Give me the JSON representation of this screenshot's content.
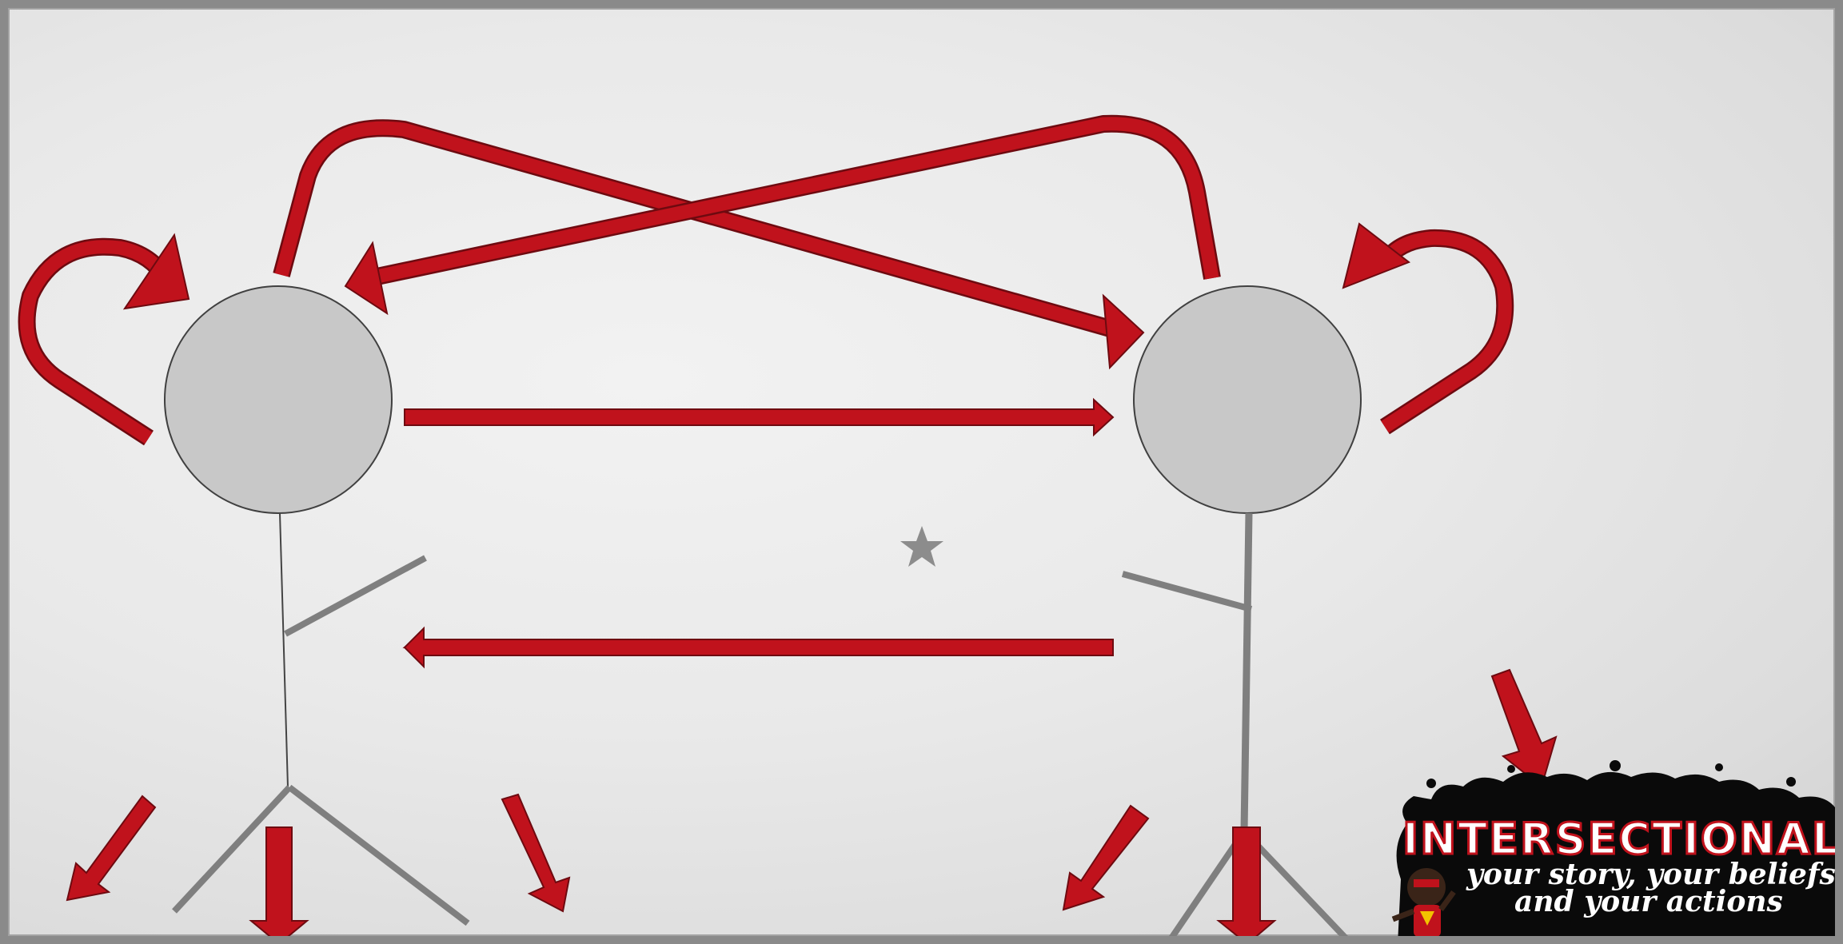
{
  "colors": {
    "arrow_fill": "#c0121c",
    "arrow_stroke": "#6e0a10",
    "head_fill": "#c8c8c8",
    "body_stroke": "#7f7f7f",
    "star": "#8c8c8c",
    "logo_bg": "#0a0a0a"
  },
  "logo": {
    "title": "INTERSECTIONALIT",
    "subtitle_line1": "your story, your beliefs,",
    "subtitle_line2": "and your actions"
  },
  "icons": [
    "star-icon",
    "superhero-mascot-icon",
    "ink-splat-icon"
  ]
}
